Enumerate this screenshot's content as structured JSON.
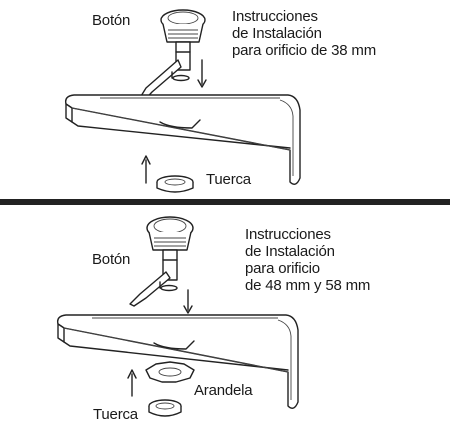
{
  "top": {
    "button_label": "Botón",
    "instructions": [
      "Instrucciones",
      "de Instalación",
      "para orificio de 38 mm"
    ],
    "nut_label": "Tuerca"
  },
  "bottom": {
    "button_label": "Botón",
    "instructions": [
      "Instrucciones",
      "de Instalación",
      "para orificio",
      "de 48 mm y 58 mm"
    ],
    "washer_label": "Arandela",
    "nut_label": "Tuerca"
  }
}
